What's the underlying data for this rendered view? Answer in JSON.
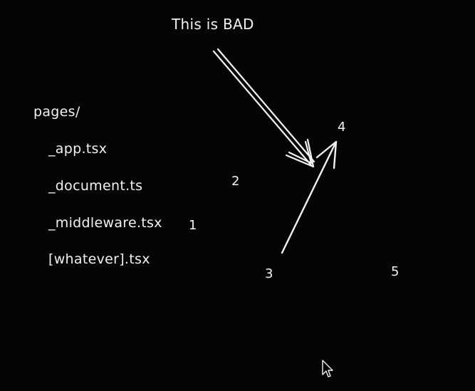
{
  "title": "This is BAD",
  "folder": "pages/",
  "files": [
    "_app.tsx",
    "_document.ts",
    "_middleware.tsx",
    "[whatever].tsx"
  ],
  "numbers": [
    "1",
    "2",
    "3",
    "4",
    "5"
  ],
  "colors": {
    "background": "#050505",
    "ink": "#f2f2f2"
  },
  "icons": [
    "arrow-icon",
    "cursor-icon"
  ]
}
